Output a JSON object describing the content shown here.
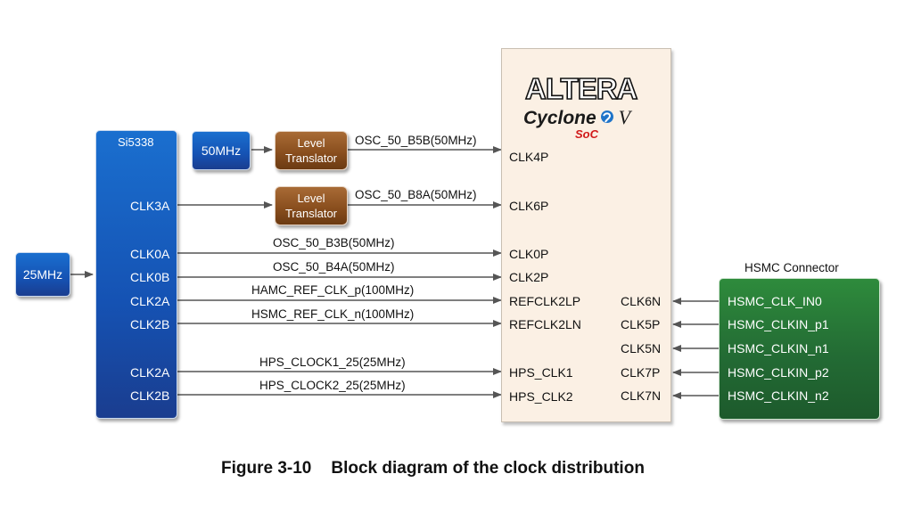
{
  "si5338": {
    "title": "Si5338",
    "outputs": [
      "CLK3A",
      "CLK0A",
      "CLK0B",
      "CLK2A",
      "CLK2B",
      "CLK2A",
      "CLK2B"
    ]
  },
  "osc_25": "25MHz",
  "osc_50": "50MHz",
  "level_translator_1": [
    "Level",
    "Translator"
  ],
  "level_translator_2": [
    "Level",
    "Translator"
  ],
  "fpga": {
    "logo_brand": "ALTERA",
    "logo_family": "Cyclone",
    "logo_version": "V",
    "logo_sub": "SoC",
    "left_pins": [
      "CLK4P",
      "CLK6P",
      "CLK0P",
      "CLK2P",
      "REFCLK2LP",
      "REFCLK2LN",
      "HPS_CLK1",
      "HPS_CLK2"
    ],
    "right_pins": [
      "CLK6N",
      "CLK5P",
      "CLK5N",
      "CLK7P",
      "CLK7N"
    ]
  },
  "signals": [
    "OSC_50_B5B(50MHz)",
    "OSC_50_B8A(50MHz)",
    "OSC_50_B3B(50MHz)",
    "OSC_50_B4A(50MHz)",
    "HAMC_REF_CLK_p(100MHz)",
    "HSMC_REF_CLK_n(100MHz)",
    "HPS_CLOCK1_25(25MHz)",
    "HPS_CLOCK2_25(25MHz)"
  ],
  "hsmc": {
    "title": "HSMC Connector",
    "pins": [
      "HSMC_CLK_IN0",
      "HSMC_CLKIN_p1",
      "HSMC_CLKIN_n1",
      "HSMC_CLKIN_p2",
      "HSMC_CLKIN_n2"
    ]
  },
  "caption": {
    "number": "Figure 3-10",
    "text": "Block diagram of the clock distribution"
  },
  "colors": {
    "blue": "#1552b3",
    "brown": "#8a4f1e",
    "green": "#236b34",
    "fpga_fill": "#fbf0e4",
    "wire": "#555555"
  }
}
